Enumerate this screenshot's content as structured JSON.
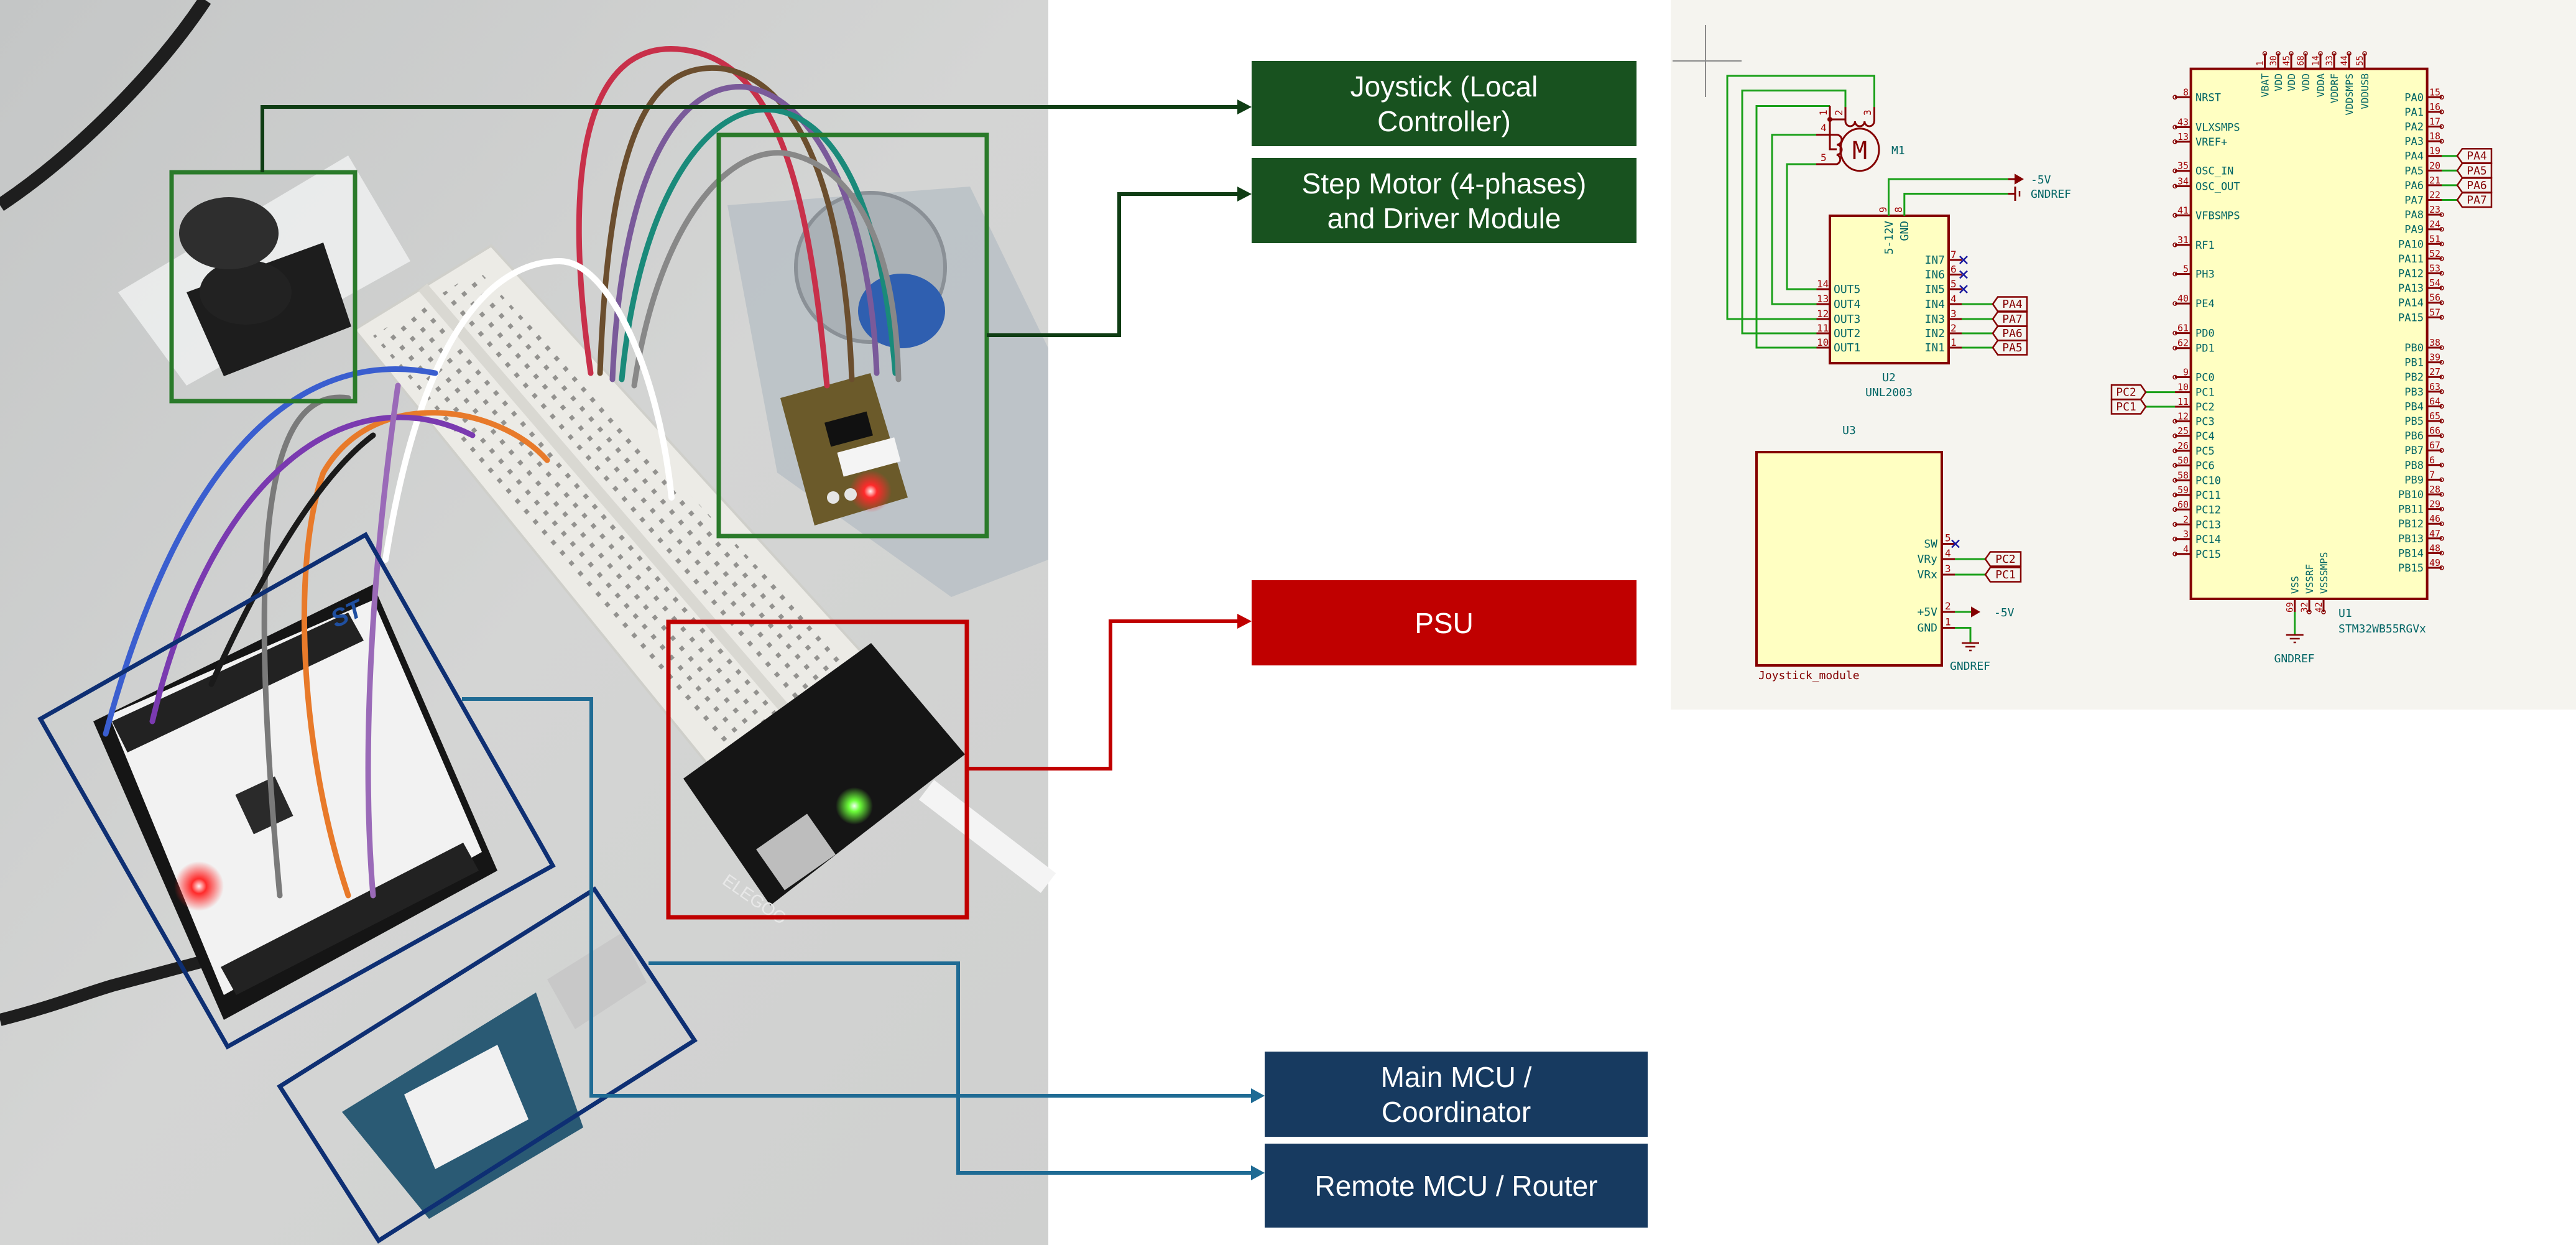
{
  "colors": {
    "green_label": "#18521f",
    "red_label": "#c00000",
    "navy_label": "#173a60",
    "green_arrow": "#0f3d14",
    "blue_arrow": "#1f6b94",
    "green_outline": "#2a7a2a",
    "navy_outline": "#0e2f73",
    "schematic_bg": "#f5f4ef",
    "symbol_fill": "#ffffc2",
    "symbol_stroke": "#840000",
    "wire": "#1aa01a",
    "pin_text": "#006464",
    "pin_number": "#a00000",
    "no_connect": "#1a1aa0"
  },
  "callouts": {
    "joystick": {
      "lines": [
        "Joystick (Local",
        "Controller)"
      ]
    },
    "motor": {
      "lines": [
        "Step Motor (4-phases)",
        "and Driver Module"
      ]
    },
    "psu": {
      "lines": [
        "PSU"
      ]
    },
    "main_mcu": {
      "lines": [
        "Main MCU /",
        "Coordinator"
      ]
    },
    "remote_mcu": {
      "lines": [
        "Remote MCU / Router"
      ]
    }
  },
  "schematic": {
    "motor": {
      "ref": "M1",
      "symbol": "M",
      "pins": [
        "1",
        "2",
        "3",
        "4",
        "5"
      ]
    },
    "u2": {
      "ref": "U2",
      "value": "UNL2003",
      "top_pins": [
        {
          "name": "5-12V",
          "num": "9"
        },
        {
          "name": "GND",
          "num": "8"
        }
      ],
      "out_pins": [
        {
          "name": "OUT5",
          "num": "14"
        },
        {
          "name": "OUT4",
          "num": "13"
        },
        {
          "name": "OUT3",
          "num": "12"
        },
        {
          "name": "OUT2",
          "num": "11"
        },
        {
          "name": "OUT1",
          "num": "10"
        }
      ],
      "in_pins": [
        {
          "name": "IN7",
          "num": "7"
        },
        {
          "name": "IN6",
          "num": "6"
        },
        {
          "name": "IN5",
          "num": "5"
        },
        {
          "name": "IN4",
          "num": "4"
        },
        {
          "name": "IN3",
          "num": "3"
        },
        {
          "name": "IN2",
          "num": "2"
        },
        {
          "name": "IN1",
          "num": "1"
        }
      ],
      "net_labels": [
        "PA4",
        "PA7",
        "PA6",
        "PA5"
      ],
      "power": "-5V",
      "ground": "GNDREF"
    },
    "u3": {
      "ref": "U3",
      "value": "Joystick_module",
      "pins": [
        {
          "name": "SW",
          "num": "5"
        },
        {
          "name": "VRy",
          "num": "4"
        },
        {
          "name": "VRx",
          "num": "3"
        },
        {
          "name": "+5V",
          "num": "2"
        },
        {
          "name": "GND",
          "num": "1"
        }
      ],
      "net_labels": [
        "PC2",
        "PC1"
      ],
      "power": "-5V",
      "ground": "GNDREF"
    },
    "u1": {
      "ref": "U1",
      "value": "STM32WB55RGVx",
      "left_pins": [
        {
          "name": "NRST",
          "num": "8"
        },
        {
          "name": "VLXSMPS",
          "num": "43"
        },
        {
          "name": "VREF+",
          "num": "13"
        },
        {
          "name": "OSC_IN",
          "num": "35"
        },
        {
          "name": "OSC_OUT",
          "num": "34"
        },
        {
          "name": "VFBSMPS",
          "num": "41"
        },
        {
          "name": "RF1",
          "num": "31"
        },
        {
          "name": "PH3",
          "num": "5"
        },
        {
          "name": "PE4",
          "num": "40"
        },
        {
          "name": "PD0",
          "num": "61"
        },
        {
          "name": "PD1",
          "num": "62"
        },
        {
          "name": "PC0",
          "num": "9"
        },
        {
          "name": "PC1",
          "num": "10"
        },
        {
          "name": "PC2",
          "num": "11"
        },
        {
          "name": "PC3",
          "num": "12"
        },
        {
          "name": "PC4",
          "num": "25"
        },
        {
          "name": "PC5",
          "num": "26"
        },
        {
          "name": "PC6",
          "num": "50"
        },
        {
          "name": "PC10",
          "num": "58"
        },
        {
          "name": "PC11",
          "num": "59"
        },
        {
          "name": "PC12",
          "num": "60"
        },
        {
          "name": "PC13",
          "num": "2"
        },
        {
          "name": "PC14",
          "num": "3"
        },
        {
          "name": "PC15",
          "num": "4"
        }
      ],
      "right_pins": [
        {
          "name": "PA0",
          "num": "15"
        },
        {
          "name": "PA1",
          "num": "16"
        },
        {
          "name": "PA2",
          "num": "17"
        },
        {
          "name": "PA3",
          "num": "18"
        },
        {
          "name": "PA4",
          "num": "19"
        },
        {
          "name": "PA5",
          "num": "20"
        },
        {
          "name": "PA6",
          "num": "21"
        },
        {
          "name": "PA7",
          "num": "22"
        },
        {
          "name": "PA8",
          "num": "23"
        },
        {
          "name": "PA9",
          "num": "24"
        },
        {
          "name": "PA10",
          "num": "51"
        },
        {
          "name": "PA11",
          "num": "52"
        },
        {
          "name": "PA12",
          "num": "53"
        },
        {
          "name": "PA13",
          "num": "54"
        },
        {
          "name": "PA14",
          "num": "56"
        },
        {
          "name": "PA15",
          "num": "57"
        },
        {
          "name": "PB0",
          "num": "38"
        },
        {
          "name": "PB1",
          "num": "39"
        },
        {
          "name": "PB2",
          "num": "27"
        },
        {
          "name": "PB3",
          "num": "63"
        },
        {
          "name": "PB4",
          "num": "64"
        },
        {
          "name": "PB5",
          "num": "65"
        },
        {
          "name": "PB6",
          "num": "66"
        },
        {
          "name": "PB7",
          "num": "67"
        },
        {
          "name": "PB8",
          "num": "6"
        },
        {
          "name": "PB9",
          "num": "7"
        },
        {
          "name": "PB10",
          "num": "28"
        },
        {
          "name": "PB11",
          "num": "29"
        },
        {
          "name": "PB12",
          "num": "46"
        },
        {
          "name": "PB13",
          "num": "47"
        },
        {
          "name": "PB14",
          "num": "48"
        },
        {
          "name": "PB15",
          "num": "49"
        }
      ],
      "top_pins": [
        {
          "name": "VBAT",
          "num": "1"
        },
        {
          "name": "VDD",
          "num": "30"
        },
        {
          "name": "VDD",
          "num": "45"
        },
        {
          "name": "VDD",
          "num": "68"
        },
        {
          "name": "VDDA",
          "num": "14"
        },
        {
          "name": "VDDRF",
          "num": "33"
        },
        {
          "name": "VDDSMPS",
          "num": "44"
        },
        {
          "name": "VDDUSB",
          "num": "55"
        }
      ],
      "bottom_pins": [
        {
          "name": "VSS",
          "num": "69"
        },
        {
          "name": "VSSRF",
          "num": "32"
        },
        {
          "name": "VSSSMPS",
          "num": "42"
        }
      ],
      "left_net_labels": [
        "PC2",
        "PC1"
      ],
      "right_net_labels": [
        "PA4",
        "PA5",
        "PA6",
        "PA7"
      ],
      "ground": "GNDREF"
    }
  },
  "photo": {
    "board_markings": [
      "ST",
      "ELEGOO"
    ]
  }
}
